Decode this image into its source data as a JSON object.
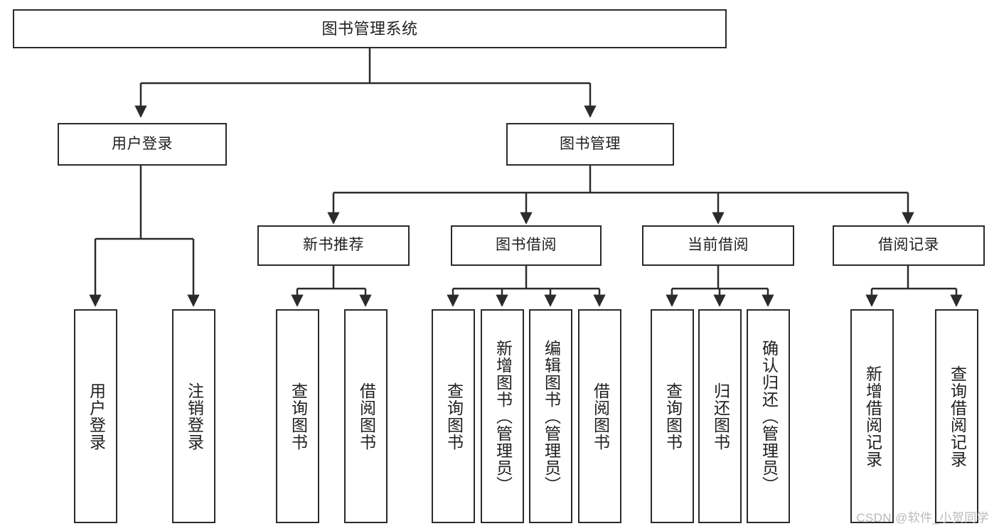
{
  "diagram": {
    "title": "图书管理系统",
    "type": "tree-hierarchy",
    "background_color": "#ffffff",
    "node_border_color": "#2b2b2b",
    "edge_color": "#2b2b2b",
    "text_color": "#1f1f1f"
  },
  "nodes": {
    "root": {
      "label": "图书管理系统"
    },
    "level2": [
      {
        "label": "用户登录"
      },
      {
        "label": "图书管理"
      }
    ],
    "level3": [
      {
        "label": "新书推荐"
      },
      {
        "label": "图书借阅"
      },
      {
        "label": "当前借阅"
      },
      {
        "label": "借阅记录"
      }
    ],
    "leaves": {
      "user_login": [
        {
          "label": "用户登录"
        },
        {
          "label": "注销登录"
        }
      ],
      "new_book_recommend": [
        {
          "label": "查询图书"
        },
        {
          "label": "借阅图书"
        }
      ],
      "book_borrow": [
        {
          "label": "查询图书"
        },
        {
          "label": "新增图书（管理员）"
        },
        {
          "label": "编辑图书（管理员）"
        },
        {
          "label": "借阅图书"
        }
      ],
      "current_borrow": [
        {
          "label": "查询图书"
        },
        {
          "label": "归还图书"
        },
        {
          "label": "确认归还（管理员）"
        }
      ],
      "borrow_record": [
        {
          "label": "新增借阅记录"
        },
        {
          "label": "查询借阅记录"
        }
      ]
    }
  },
  "watermark": {
    "text": "CSDN @软件_小贺同学",
    "color": "#b9b9b9"
  }
}
